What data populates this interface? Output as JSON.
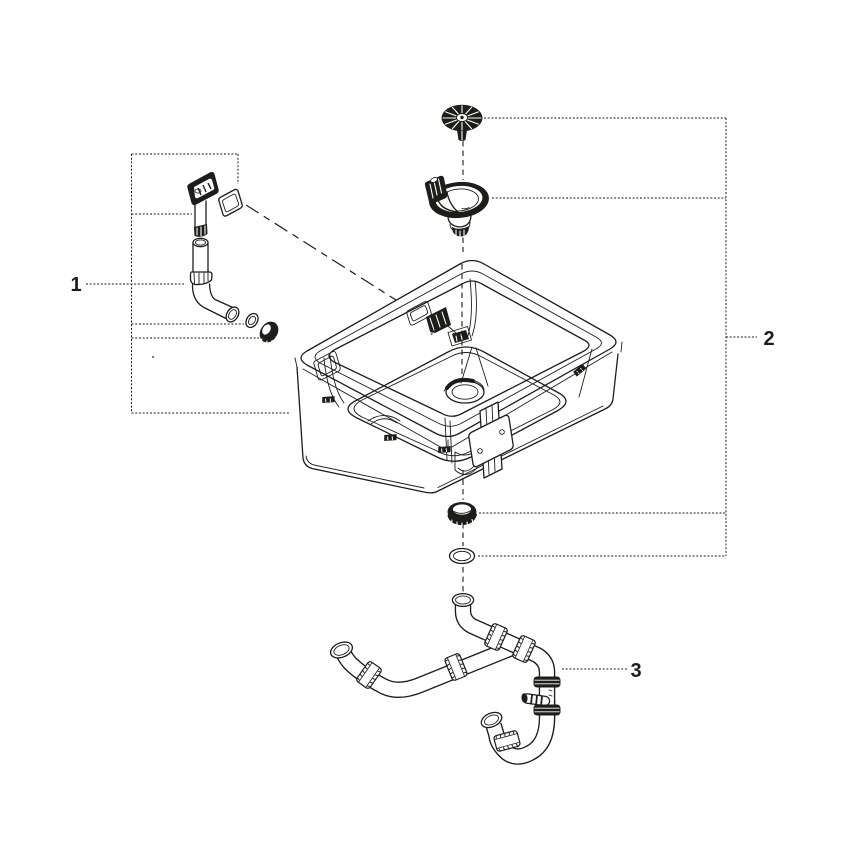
{
  "diagram": {
    "type": "exploded-parts-diagram",
    "subject": "kitchen sink with drain, overflow and trap components",
    "background_color": "#ffffff",
    "line_color": "#1d1d1b",
    "callouts": [
      {
        "label": "1",
        "part": "overflow-assembly"
      },
      {
        "label": "2",
        "part": "strainer-and-seal-set"
      },
      {
        "label": "3",
        "part": "drain-trap-pipe-assembly"
      }
    ]
  }
}
